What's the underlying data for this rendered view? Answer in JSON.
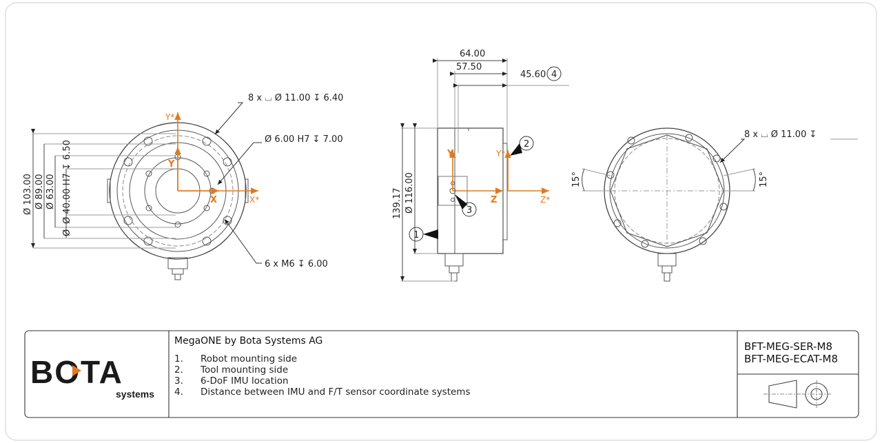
{
  "drawing": {
    "front_view": {
      "dimensions": [
        "Ø 103.00",
        "Ø 89.00",
        "Ø 63.00",
        "Ø 40.00 H7 ↧ 6.50",
        "Ø"
      ],
      "callouts": [
        "8 x ⌴ Ø 11.00 ↧ 6.40",
        "Ø 6.00 H7 ↧ 7.00",
        "6 x M6 ↧ 6.00"
      ],
      "axes": [
        "Y*",
        "Y",
        "X",
        "X*"
      ]
    },
    "side_view": {
      "dimensions": [
        "64.00",
        "57.50",
        "45.60",
        "139.17",
        "Ø 116.00"
      ],
      "axes": [
        "Y",
        "Z",
        "Y*",
        "Z*"
      ],
      "balloons": [
        "1",
        "2",
        "3",
        "4"
      ]
    },
    "back_view": {
      "callouts": [
        "8 x ⌴ Ø 11.00 ↧"
      ],
      "angles": [
        "15°",
        "15°"
      ]
    }
  },
  "title_block": {
    "logo_text": "BOTA",
    "logo_sub": "systems",
    "title": "MegaONE by Bota Systems AG",
    "notes": [
      {
        "num": "1.",
        "text": "Robot mounting side"
      },
      {
        "num": "2.",
        "text": "Tool mounting side"
      },
      {
        "num": "3.",
        "text": "6-DoF IMU location"
      },
      {
        "num": "4.",
        "text": "Distance between IMU and F/T sensor coordinate systems"
      }
    ],
    "part_numbers": [
      "BFT-MEG-SER-M8",
      "BFT-MEG-ECAT-M8"
    ],
    "accent_color": "#e07a1f"
  }
}
